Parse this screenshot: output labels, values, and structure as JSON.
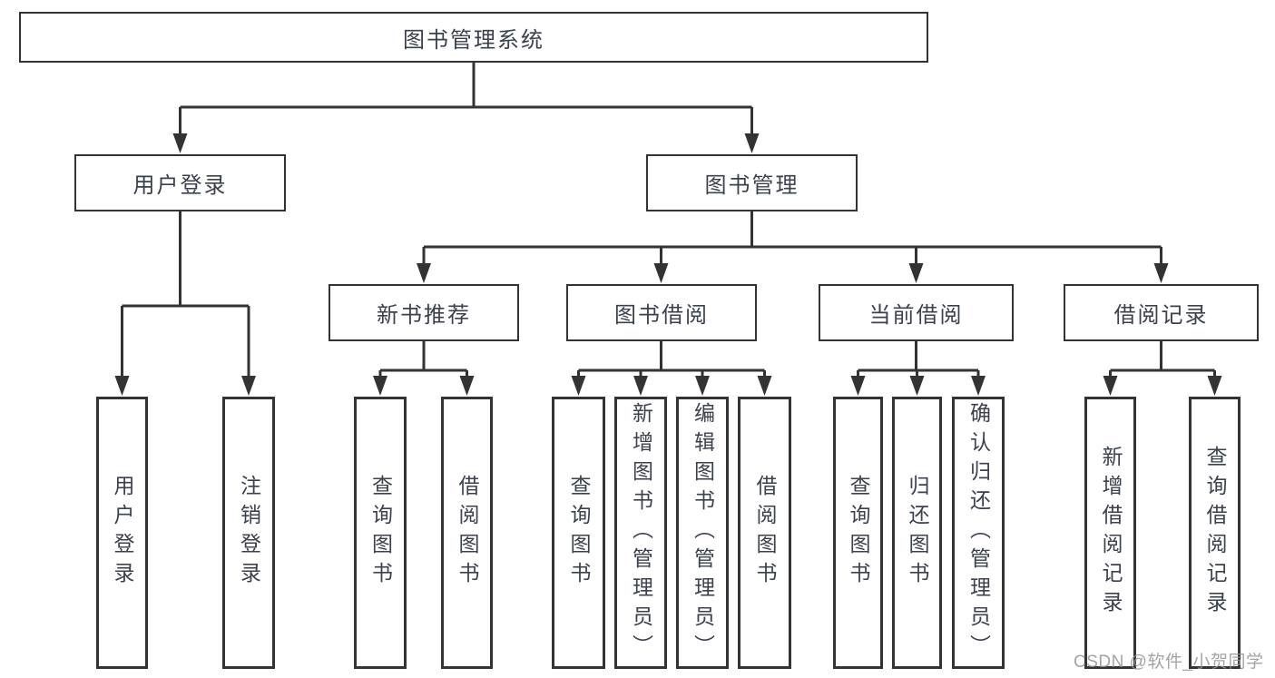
{
  "colors": {
    "background": "#ffffff",
    "line": "#333333",
    "box_border": "#333333",
    "box_fill": "#ffffff",
    "text": "#3b414d",
    "watermark_text": "#949494"
  },
  "watermark": {
    "text": "CSDN @软件_小贺同学"
  },
  "tree": {
    "label": "图书管理系统",
    "children": [
      {
        "label": "用户登录",
        "children": [
          {
            "label": "用户登录"
          },
          {
            "label": "注销登录"
          }
        ]
      },
      {
        "label": "图书管理",
        "children": [
          {
            "label": "新书推荐",
            "children": [
              {
                "label": "查询图书"
              },
              {
                "label": "借阅图书"
              }
            ]
          },
          {
            "label": "图书借阅",
            "children": [
              {
                "label": "查询图书"
              },
              {
                "label": "新增图书（管理员）"
              },
              {
                "label": "编辑图书（管理员）"
              },
              {
                "label": "借阅图书"
              }
            ]
          },
          {
            "label": "当前借阅",
            "children": [
              {
                "label": "查询图书"
              },
              {
                "label": "归还图书"
              },
              {
                "label": "确认归还（管理员）"
              }
            ]
          },
          {
            "label": "借阅记录",
            "children": [
              {
                "label": "新增借阅记录"
              },
              {
                "label": "查询借阅记录"
              }
            ]
          }
        ]
      }
    ]
  }
}
